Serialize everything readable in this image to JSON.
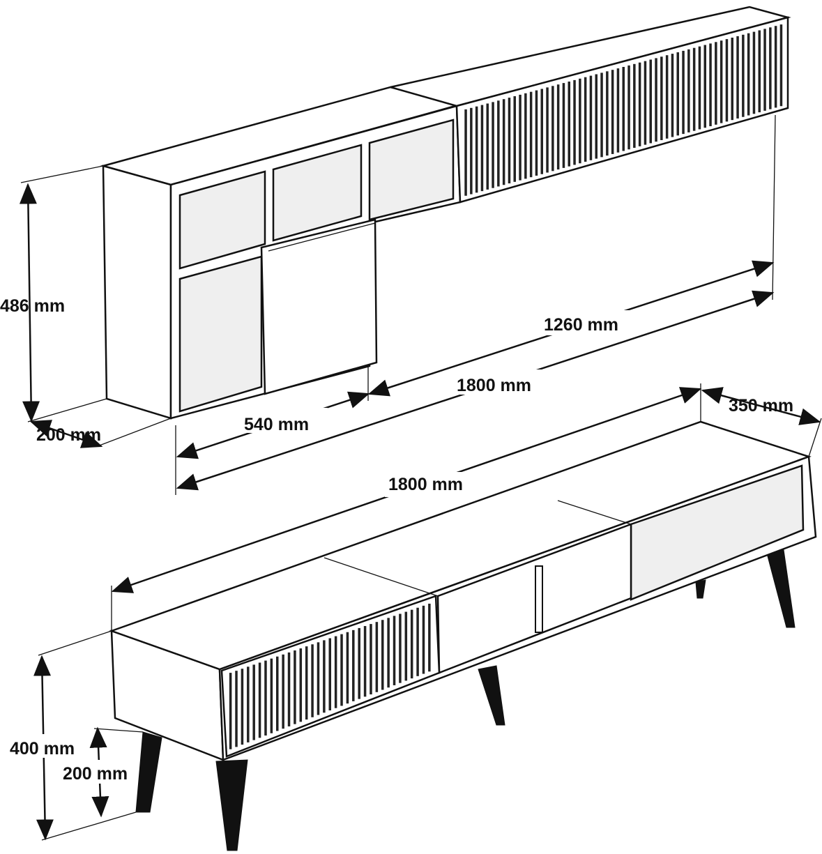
{
  "wall_unit": {
    "height_label": "486 mm",
    "depth_label": "200 mm",
    "left_section_label": "540 mm",
    "total_width_label": "1800 mm",
    "right_cabinet_label": "1260 mm"
  },
  "tv_unit": {
    "width_label": "1800 mm",
    "depth_label": "350 mm",
    "height_label": "400 mm",
    "leg_height_label": "200 mm"
  },
  "colors": {
    "line": "#111111",
    "panel": "#ffffff",
    "legs": "#111111"
  }
}
